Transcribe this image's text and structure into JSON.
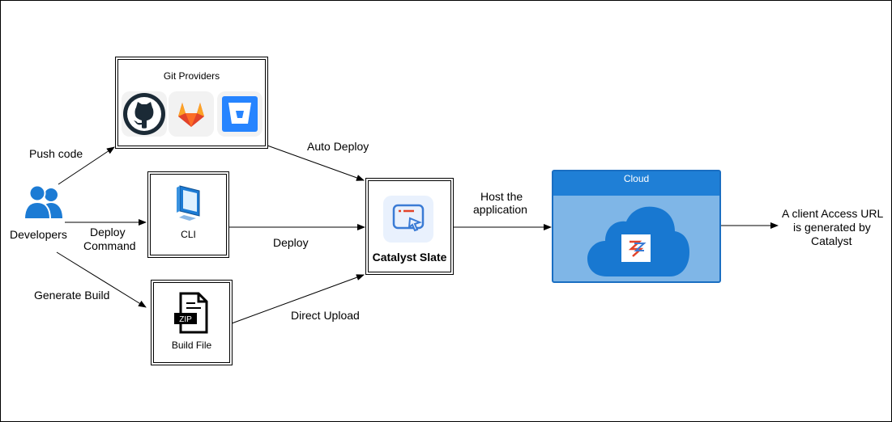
{
  "nodes": {
    "developers": "Developers",
    "git_providers": "Git Providers",
    "cli": "CLI",
    "build_file": "Build File",
    "catalyst_slate": "Catalyst Slate",
    "cloud": "Cloud",
    "zip_badge": "ZIP"
  },
  "edges": {
    "push_code": "Push code",
    "deploy_command_line1": "Deploy",
    "deploy_command_line2": "Command",
    "generate_build": "Generate Build",
    "auto_deploy": "Auto Deploy",
    "deploy": "Deploy",
    "direct_upload": "Direct Upload",
    "host_line1": "Host the",
    "host_line2": "application"
  },
  "result": {
    "line1": "A client Access URL",
    "line2": "is generated by",
    "line3": "Catalyst"
  },
  "icons": [
    "users-icon",
    "github-icon",
    "gitlab-icon",
    "bitbucket-icon",
    "monitor-icon",
    "zip-file-icon",
    "catalyst-slate-icon",
    "cloud-icon",
    "catalyst-logo-icon"
  ],
  "colors": {
    "developer_blue": "#1c7bd4",
    "cloud_header": "#1f7fd6",
    "cloud_body": "#7fb6e7",
    "cloud_fill": "#1878d1",
    "github_dark": "#1b2a36",
    "gitlab_orange": "#e2432a",
    "bitbucket_blue": "#2684ff",
    "slate_tile": "#e9f1fd"
  }
}
